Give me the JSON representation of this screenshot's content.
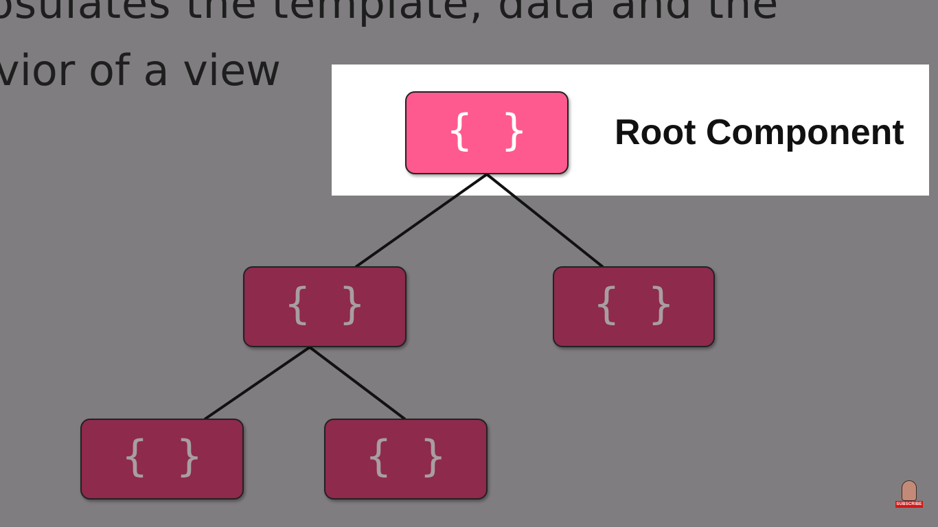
{
  "slide": {
    "line1_partial": "osulates the template, data and the",
    "line2_partial": "vior of a view"
  },
  "diagram": {
    "root_label": "Root Component",
    "brace_open": "{",
    "brace_close": "}",
    "nodes": [
      "root",
      "child-left",
      "child-right",
      "grandchild-left",
      "grandchild-right"
    ]
  },
  "colors": {
    "background": "#7f7d80",
    "root_fill": "#ff5a8f",
    "child_fill": "#8e2a4c",
    "highlight": "#ffffff",
    "subscribe": "#d31616"
  },
  "badge": {
    "subscribe_label": "SUBSCRIBE"
  }
}
